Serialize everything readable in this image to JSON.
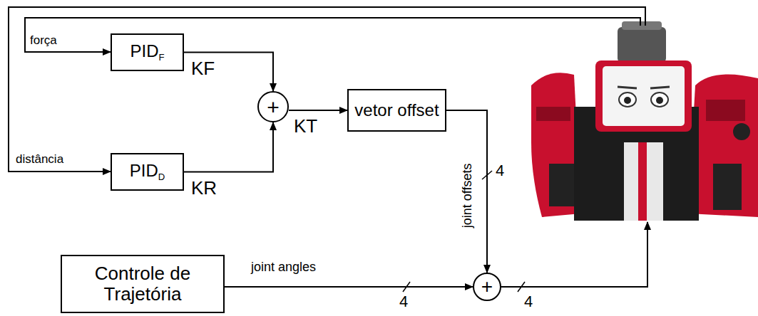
{
  "diagram": {
    "nodes": [
      {
        "text": [
          "PID",
          "F"
        ]
      },
      {
        "text": [
          "+"
        ]
      },
      {
        "text": [
          "vetor offset"
        ]
      },
      {
        "text": [
          "PID",
          "D"
        ]
      },
      {
        "text": [
          "Controle de Trajetória"
        ]
      },
      {
        "text": [
          "+"
        ]
      }
    ],
    "edges": [
      {
        "from": 0,
        "to": 1,
        "label": "KF",
        "arrow": "to"
      },
      {
        "from": 3,
        "to": 1,
        "label": "KR",
        "arrow": "to"
      },
      {
        "from": 1,
        "to": 2,
        "label": "KT",
        "arrow": "to"
      },
      {
        "from": 2,
        "to": 5,
        "label": "joint offsets",
        "arrow": "to"
      },
      {
        "from": 4,
        "to": 5,
        "label": "joint angles",
        "arrow": "to"
      }
    ],
    "labels": [
      "força",
      "distância",
      "4",
      "4",
      "4"
    ]
  }
}
